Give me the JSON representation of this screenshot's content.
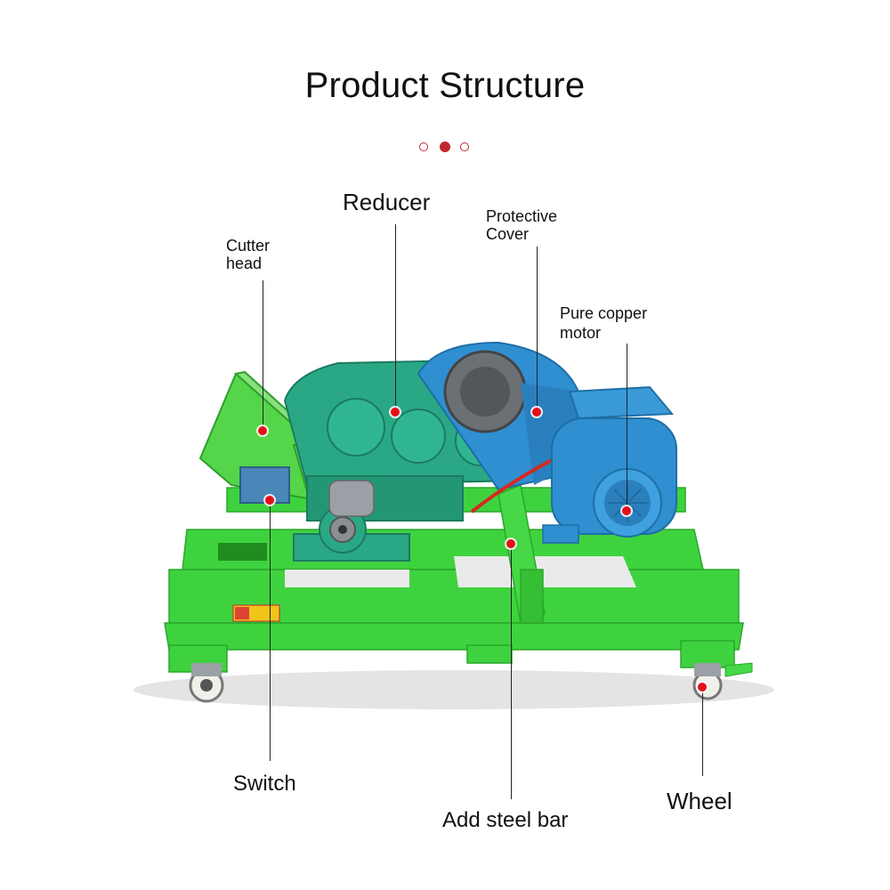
{
  "page": {
    "title": "Product Structure"
  },
  "labels": {
    "reducer": "Reducer",
    "protective_cover": [
      "Protective",
      "Cover"
    ],
    "cutter_head": [
      "Cutter",
      "head"
    ],
    "pure_copper_motor": [
      "Pure copper",
      "motor"
    ],
    "switch": "Switch",
    "add_steel_bar": "Add steel bar",
    "wheel": "Wheel"
  },
  "colors": {
    "accent": "#c0282f",
    "marker": "#e3101a",
    "frame_green": "#3fd23f",
    "gearbox_teal": "#2aa886",
    "motor_blue": "#2f8fd0"
  },
  "pagination": {
    "count": 3,
    "active_index": 1
  }
}
